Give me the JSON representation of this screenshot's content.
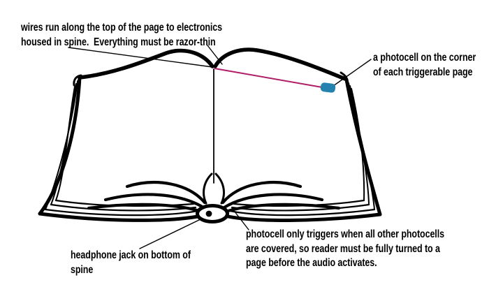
{
  "colors": {
    "ink": "#000000",
    "wire": "#b01e68",
    "photocell": "#2383ae",
    "background": "#ffffff"
  },
  "annotations": {
    "wires": {
      "lines": [
        "wires run along the top of the page to electronics",
        "housed in spine.  Everything must be razor-thin"
      ]
    },
    "photocell": {
      "lines": [
        "a photocell on the corner",
        "of each triggerable page"
      ]
    },
    "headphone_jack": {
      "lines": [
        "headphone jack on bottom of",
        "spine"
      ]
    },
    "trigger_logic": {
      "lines": [
        "photocell only triggers when all other photocells",
        "are covered, so reader must be fully turned to a",
        "page before the audio activates."
      ]
    }
  }
}
